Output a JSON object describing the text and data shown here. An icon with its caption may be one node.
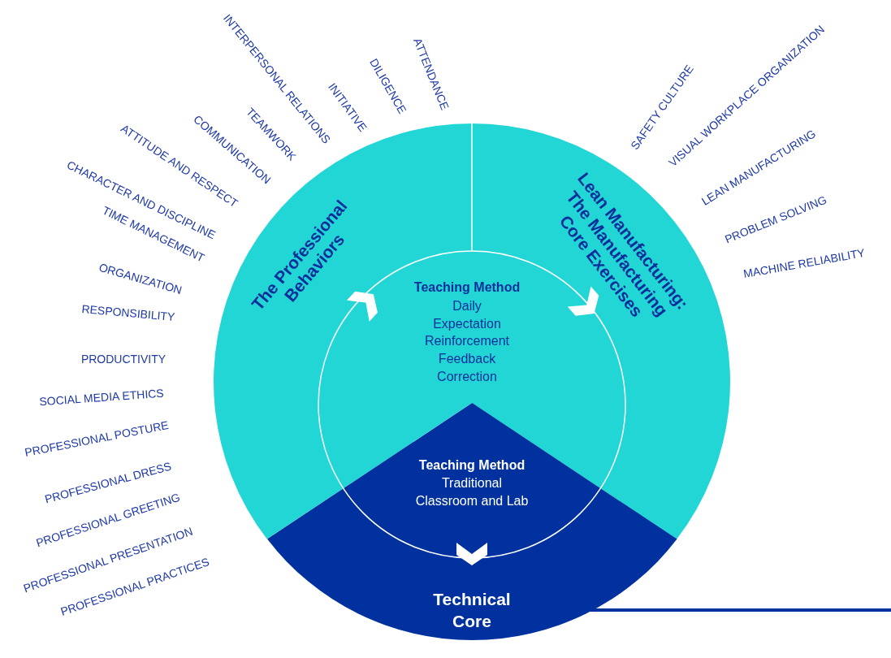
{
  "diagram": {
    "nodes": [
      {
        "text": [
          "The Professional Behaviors"
        ]
      },
      {
        "text": [
          "Lean Manufacturing: The Manufacturing Core Exercises"
        ]
      },
      {
        "text": [
          "Technical Core"
        ]
      },
      {
        "text": [
          "Teaching Method",
          "Daily",
          "Expectation",
          "Reinforcement",
          "Feedback",
          "Correction",
          "Teaching Method",
          "Traditional Classroom and Lab"
        ]
      }
    ],
    "labels": [
      "ATTENDANCE",
      "DILIGENCE",
      "INITIATIVE",
      "INTERPERSONAL RELATIONS",
      "TEAMWORK",
      "COMMUNICATION",
      "ATTITUDE AND RESPECT",
      "CHARACTER AND DISCIPLINE",
      "TIME MANAGEMENT",
      "ORGANIZATION",
      "RESPONSIBILITY",
      "PRODUCTIVITY",
      "SOCIAL MEDIA ETHICS",
      "PROFESSIONAL POSTURE",
      "PROFESSIONAL DRESS",
      "PROFESSIONAL GREETING",
      "PROFESSIONAL PRESENTATION",
      "PROFESSIONAL PRACTICES",
      "SAFETY CULTURE",
      "VISUAL WORKPLACE ORGANIZATION",
      "LEAN MANUFACTURING",
      "PROBLEM SOLVING",
      "MACHINE RELIABILITY"
    ]
  }
}
